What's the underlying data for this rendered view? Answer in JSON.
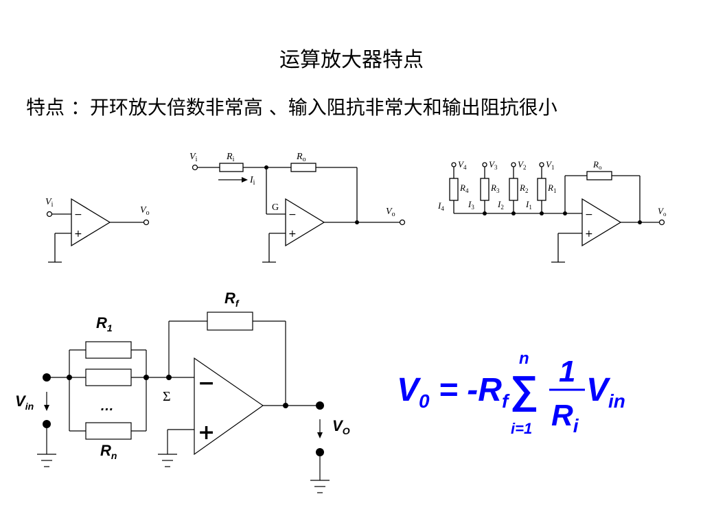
{
  "title": "运算放大器特点",
  "subtitle": "特点 ：开环放大倍数非常高 、输入阻抗非常大和输出阻抗很小",
  "circuit1": {
    "vi": "V",
    "vi_sub": "i",
    "vo": "V",
    "vo_sub": "o",
    "minus": "−",
    "plus": "+"
  },
  "circuit2": {
    "vi": "V",
    "vi_sub": "i",
    "ri": "R",
    "ri_sub": "i",
    "ro": "R",
    "ro_sub": "o",
    "ii": "I",
    "ii_sub": "i",
    "g": "G",
    "vo": "V",
    "vo_sub": "o",
    "minus": "−",
    "plus": "+"
  },
  "circuit3": {
    "v4": "V",
    "v4_sub": "4",
    "v3": "V",
    "v3_sub": "3",
    "v2": "V",
    "v2_sub": "2",
    "v1": "V",
    "v1_sub": "1",
    "r4": "R",
    "r4_sub": "4",
    "r3": "R",
    "r3_sub": "3",
    "r2": "R",
    "r2_sub": "2",
    "r1": "R",
    "r1_sub": "1",
    "i4": "I",
    "i4_sub": "4",
    "i3": "I",
    "i3_sub": "3",
    "i2": "I",
    "i2_sub": "2",
    "i1": "I",
    "i1_sub": "1",
    "ro": "R",
    "ro_sub": "o",
    "vo": "V",
    "vo_sub": "o",
    "minus": "−",
    "plus": "+"
  },
  "circuit4": {
    "rf": "R",
    "rf_sub": "f",
    "r1": "R",
    "r1_sub": "1",
    "dots": "…",
    "rn": "R",
    "rn_sub": "n",
    "sigma": "Σ",
    "vin": "V",
    "vin_sub": "in",
    "vo": "V",
    "vo_sub": "O",
    "minus": "−",
    "plus": "+"
  },
  "formula": {
    "v": "V",
    "v_sub": "0",
    "eq": " = -R",
    "rf_sub": "f",
    "sum_top": "n",
    "sum_sym": "∑",
    "sum_bottom": "i=1",
    "num": "1",
    "den": "R",
    "den_sub": "i",
    "vin": "V",
    "vin_sub": "in"
  }
}
